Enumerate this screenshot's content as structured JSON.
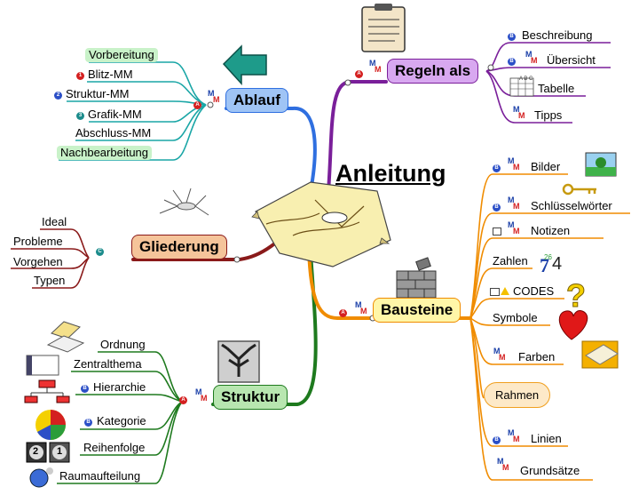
{
  "center": {
    "title": "Anleitung"
  },
  "ablauf": {
    "label": "Ablauf",
    "badge": "A",
    "items": [
      "Vorbereitung",
      "Blitz-MM",
      "Struktur-MM",
      "Grafik-MM",
      "Abschluss-MM",
      "Nachbearbeitung"
    ],
    "item_badges": [
      "",
      "1",
      "2",
      "3",
      "",
      ""
    ]
  },
  "regeln": {
    "label": "Regeln als",
    "badge": "A",
    "items": [
      "Beschreibung",
      "Übersicht",
      "Tabelle",
      "Tipps"
    ],
    "item_badges": [
      "B",
      "B",
      "",
      ""
    ]
  },
  "gliederung": {
    "label": "Gliederung",
    "badge": "C",
    "items": [
      "Ideal",
      "Probleme",
      "Vorgehen",
      "Typen"
    ]
  },
  "bausteine": {
    "label": "Bausteine",
    "badge": "A",
    "items": [
      "Bilder",
      "Schlüsselwörter",
      "Notizen",
      "Zahlen",
      "CODES",
      "Symbole",
      "Farben",
      "Rahmen",
      "Linien",
      "Grundsätze"
    ],
    "item_badges": [
      "B",
      "B",
      "",
      "",
      "",
      "",
      "",
      "",
      "B",
      ""
    ],
    "table_icon_text": "A B C"
  },
  "struktur": {
    "label": "Struktur",
    "badge": "A",
    "items": [
      "Ordnung",
      "Zentralthema",
      "Hierarchie",
      "Kategorie",
      "Reihenfolge",
      "Raumaufteilung"
    ],
    "item_badges": [
      "",
      "",
      "B",
      "B",
      "",
      ""
    ],
    "order_icons": [
      "2",
      "1"
    ]
  },
  "colors": {
    "ablauf": "#2f6fe0",
    "ablauf_items": "#1aa6a6",
    "regeln": "#7a1f9a",
    "gliederung": "#8a1a1a",
    "bausteine": "#f08c00",
    "struktur": "#1e7a1e",
    "ablauf_box": "#9fc4f5",
    "regeln_box": "#d8a8f0",
    "gliederung_box": "#f5c49a",
    "bausteine_box": "#fff6a8",
    "struktur_box": "#b8e6b0",
    "highlight_green": "#c9f2c9"
  }
}
